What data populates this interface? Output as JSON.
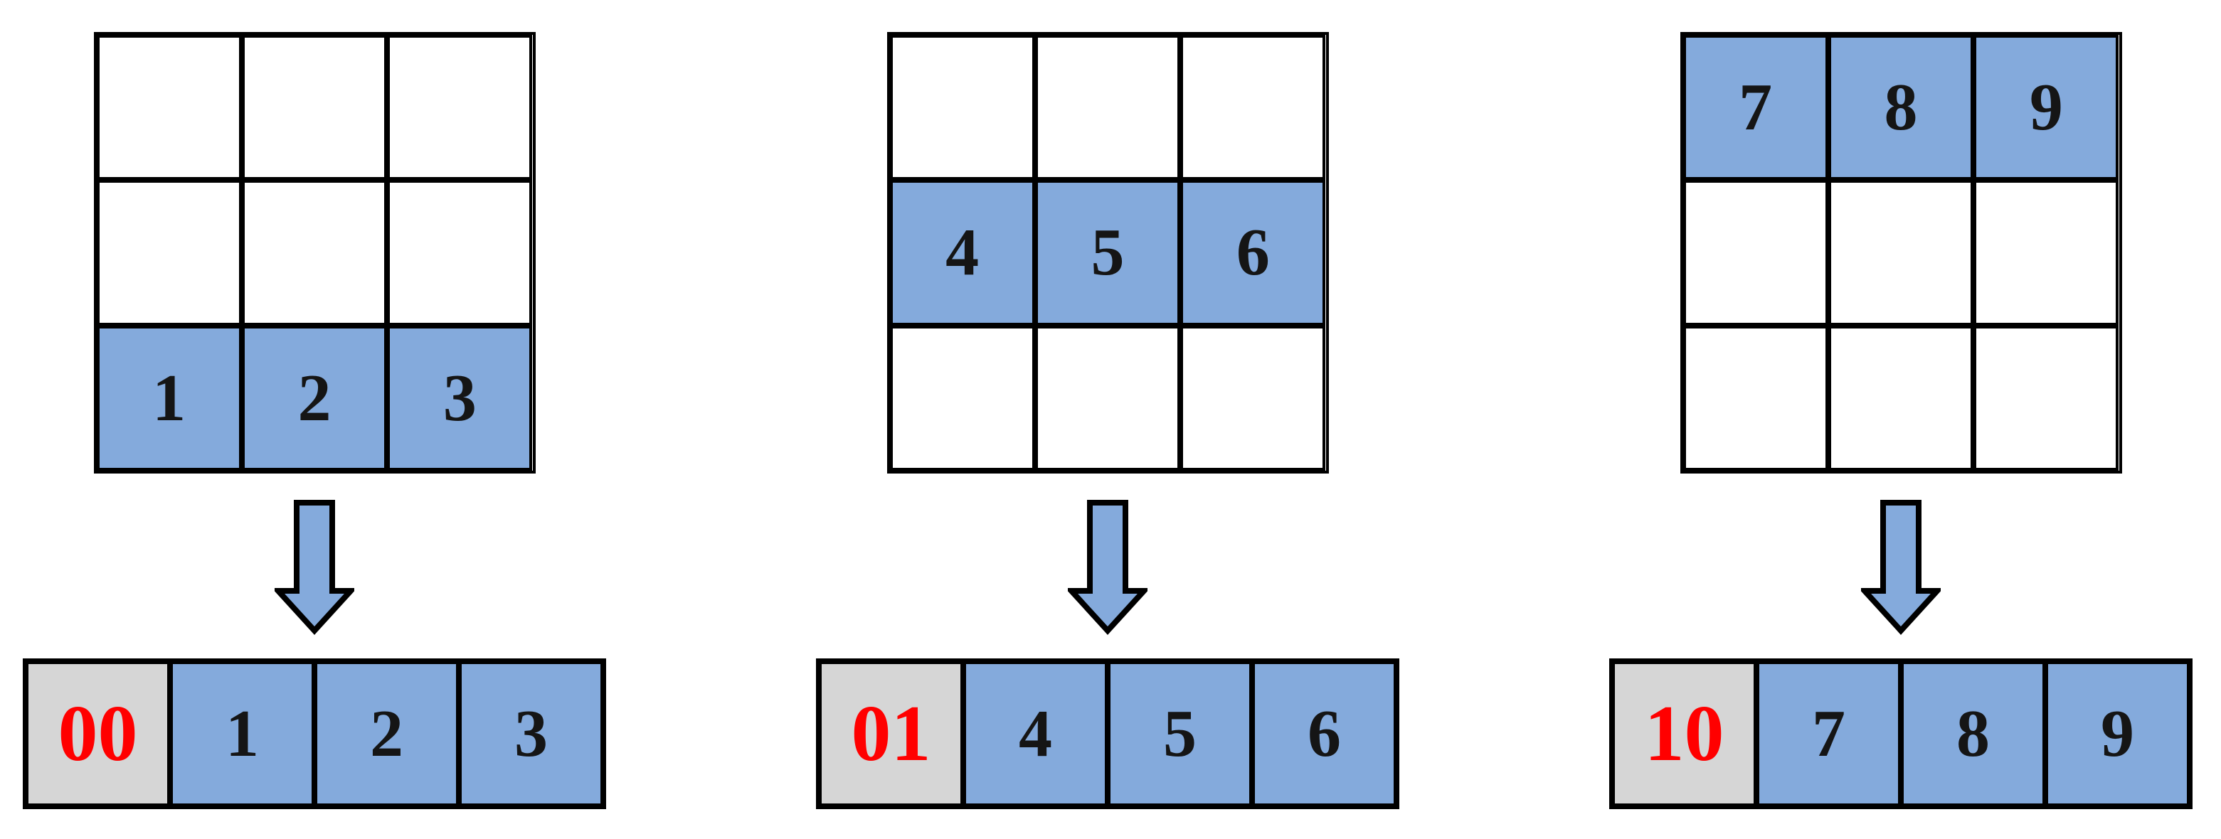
{
  "colors": {
    "highlight_blue": "#84AADC",
    "code_gray": "#D6D6D6",
    "code_red": "#FF0000",
    "line_black": "#000000",
    "background": "#FFFFFF"
  },
  "panels": [
    {
      "description": "bottom row highlighted, encoded with prefix 00",
      "grid_rows": [
        [
          "",
          "",
          ""
        ],
        [
          "",
          "",
          ""
        ],
        [
          "1",
          "2",
          "3"
        ]
      ],
      "highlighted_row_index": 2,
      "code_label": "00",
      "encoded_values": [
        "1",
        "2",
        "3"
      ]
    },
    {
      "description": "middle row highlighted, encoded with prefix 01",
      "grid_rows": [
        [
          "",
          "",
          ""
        ],
        [
          "4",
          "5",
          "6"
        ],
        [
          "",
          "",
          ""
        ]
      ],
      "highlighted_row_index": 1,
      "code_label": "01",
      "encoded_values": [
        "4",
        "5",
        "6"
      ]
    },
    {
      "description": "top row highlighted, encoded with prefix 10",
      "grid_rows": [
        [
          "7",
          "8",
          "9"
        ],
        [
          "",
          "",
          ""
        ],
        [
          "",
          "",
          ""
        ]
      ],
      "highlighted_row_index": 0,
      "code_label": "10",
      "encoded_values": [
        "7",
        "8",
        "9"
      ]
    }
  ]
}
